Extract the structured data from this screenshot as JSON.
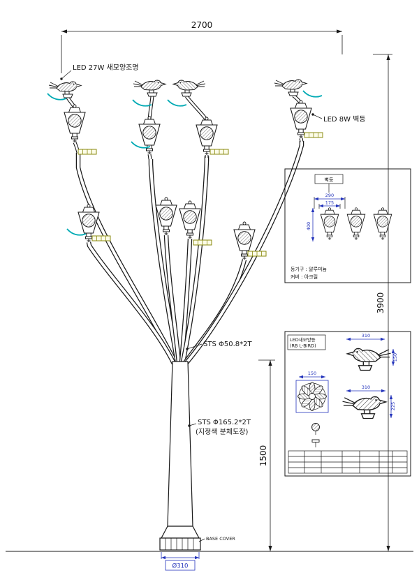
{
  "colors": {
    "line": "#1a1a1a",
    "dim_blue": "#2333bb",
    "accent_teal": "#00aab4",
    "accent_olive": "#8a8a10",
    "background": "#ffffff"
  },
  "dimensions": {
    "overall_width": "2700",
    "overall_height": "3900",
    "pole_height": "1500",
    "base_diameter": "Ø310"
  },
  "callouts": {
    "bird_light": "LED 27W 새모양조명",
    "wall_light": "LED 8W 벽등",
    "branch_pipe": "STS Φ50.8*2T",
    "main_pole": "STS Φ165.2*2T",
    "main_pole_finish": "(지정색 분체도장)",
    "base_cover": "BASE COVER"
  },
  "detail_wall_light": {
    "title": "벽등",
    "width_outer": "290",
    "width_inner": "175",
    "height": "400",
    "note_line1": "등기구 : 알루미늄",
    "note_line2": "커버 : 아크릴"
  },
  "detail_bird": {
    "title_line1": "LED새모양등",
    "title_line2": "(RB L-BIRD)",
    "bird_top_width": "310",
    "bird_top_height": "150",
    "ornament_width": "150",
    "bird_side_width": "310",
    "bird_side_height": "225"
  }
}
